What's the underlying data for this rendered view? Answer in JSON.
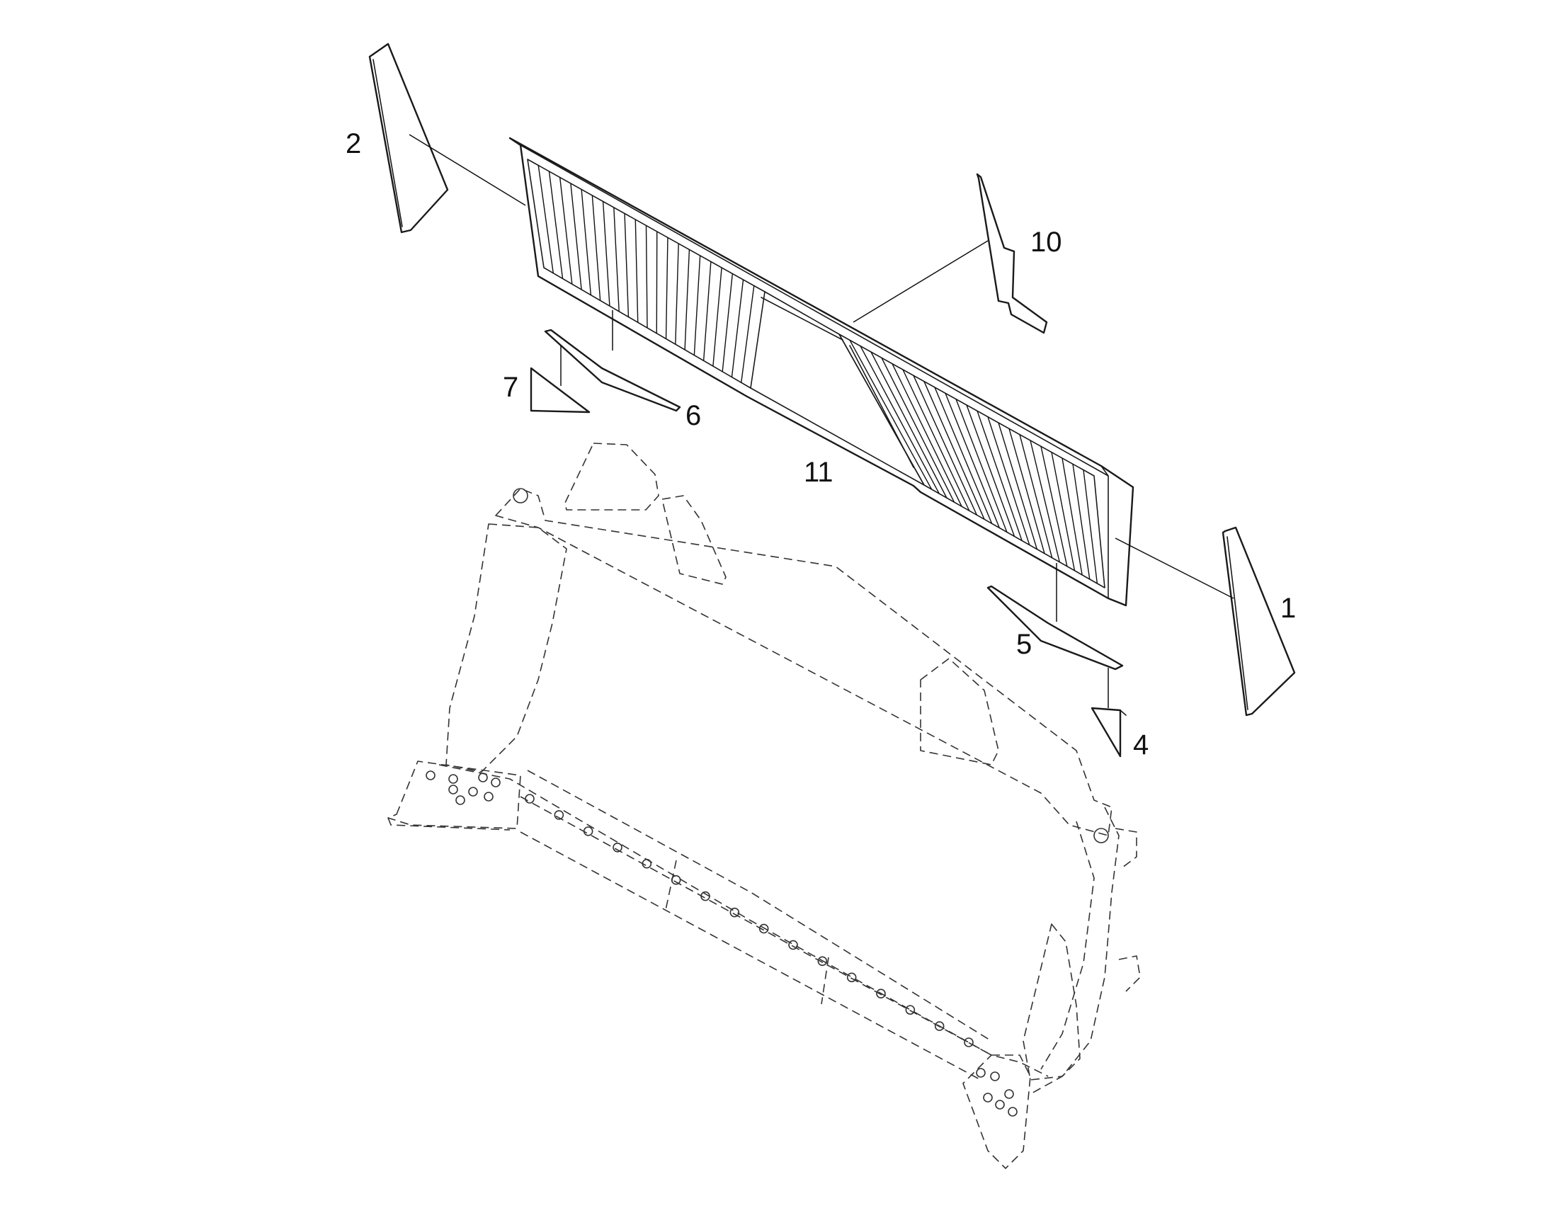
{
  "diagram": {
    "callouts": [
      {
        "id": "callout-1",
        "label": "1"
      },
      {
        "id": "callout-2",
        "label": "2"
      },
      {
        "id": "callout-4",
        "label": "4"
      },
      {
        "id": "callout-5",
        "label": "5"
      },
      {
        "id": "callout-6",
        "label": "6"
      },
      {
        "id": "callout-7",
        "label": "7"
      },
      {
        "id": "callout-10",
        "label": "10"
      },
      {
        "id": "callout-11",
        "label": "11"
      }
    ],
    "colors": {
      "line": "#1a1a1a",
      "background": "#ffffff"
    }
  }
}
